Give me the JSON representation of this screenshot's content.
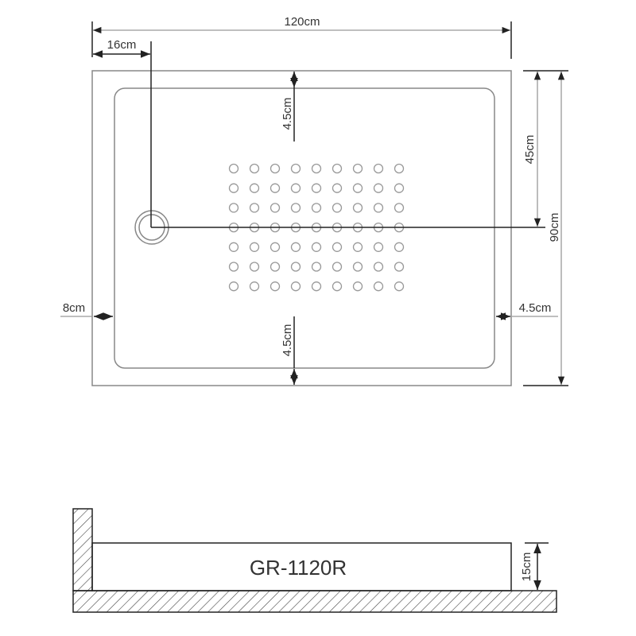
{
  "labels": {
    "width_total": "120cm",
    "drain_from_left": "16cm",
    "top_margin": "4.5cm",
    "bottom_margin": "4.5cm",
    "drain_from_top": "45cm",
    "depth_total": "90cm",
    "left_margin": "8cm",
    "right_margin": "4.5cm",
    "height": "15cm",
    "model": "GR-1120R"
  },
  "dot_grid": {
    "columns": 9,
    "rows": 7
  },
  "colors": {
    "line": "#222222",
    "dimension": "#999999",
    "text": "#333333"
  }
}
